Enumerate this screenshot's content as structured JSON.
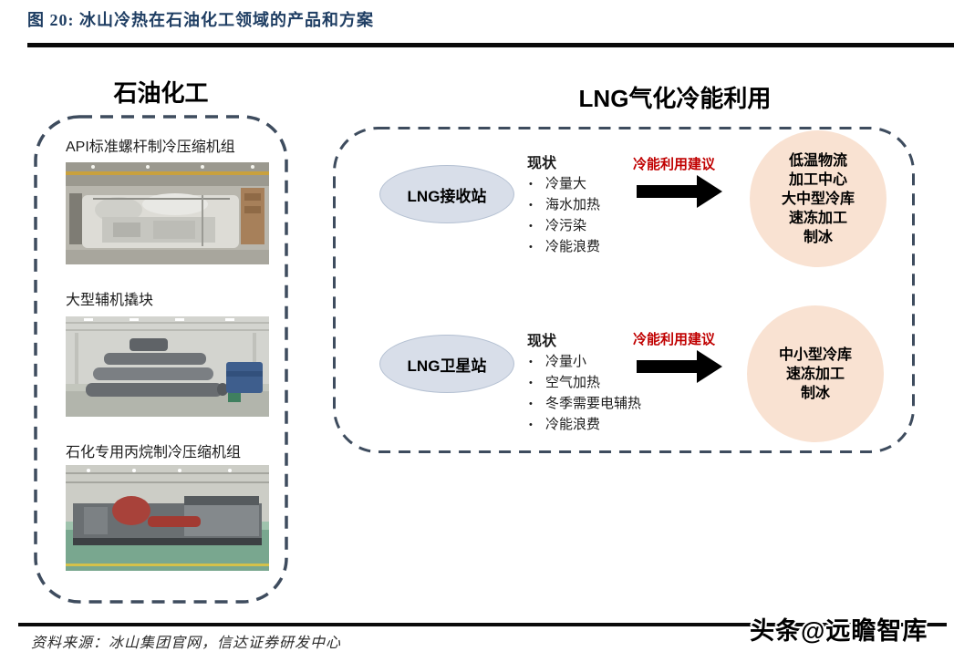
{
  "figure": {
    "title": "图 20:  冰山冷热在石油化工领域的产品和方案",
    "source": "资料来源：冰山集团官网，信达证券研发中心",
    "watermark": "头条@远瞻智库"
  },
  "left_panel": {
    "header": "石油化工",
    "products": [
      {
        "label": "API标准螺杆制冷压缩机组"
      },
      {
        "label": "大型辅机撬块"
      },
      {
        "label": "石化专用丙烷制冷压缩机组"
      }
    ]
  },
  "right_panel": {
    "header": "LNG气化冷能利用",
    "flows": [
      {
        "station": "LNG接收站",
        "status_title": "现状",
        "status_items": [
          "冷量大",
          "海水加热",
          "冷污染",
          "冷能浪费"
        ],
        "suggestion_label": "冷能利用建议",
        "outcome": [
          "低温物流",
          "加工中心",
          "大中型冷库",
          "速冻加工",
          "制冰"
        ]
      },
      {
        "station": "LNG卫星站",
        "status_title": "现状",
        "status_items": [
          "冷量小",
          "空气加热",
          "冬季需要电辅热",
          "冷能浪费"
        ],
        "suggestion_label": "冷能利用建议",
        "outcome": [
          "中小型冷库",
          "速冻加工",
          "制冰"
        ]
      }
    ]
  },
  "colors": {
    "title_navy": "#1F3E63",
    "suggestion_red": "#C00000",
    "station_ellipse_fill": "#D8DEE9",
    "outcome_circle_fill": "#F9E2D2",
    "dashed_border": "#3E4C5E",
    "rule_black": "#0A0A0A"
  }
}
